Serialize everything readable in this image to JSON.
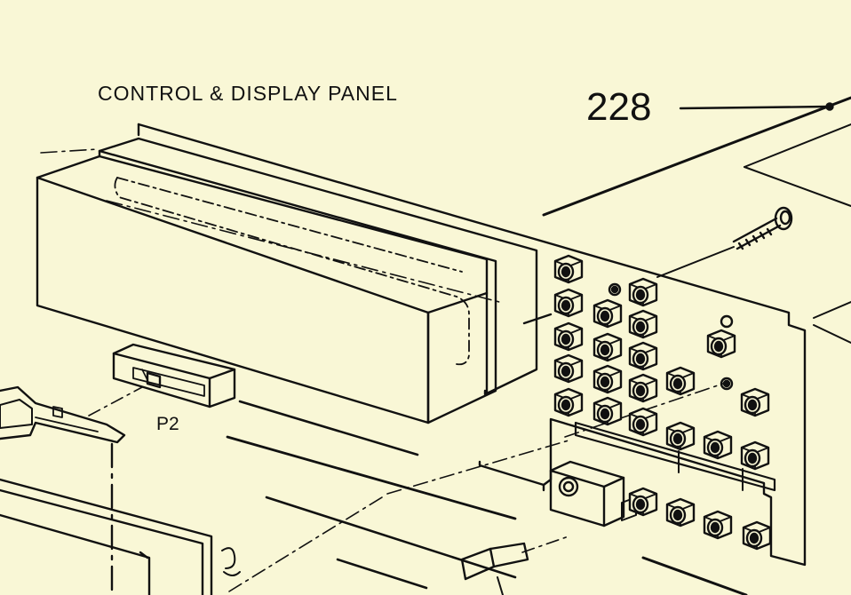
{
  "diagram": {
    "title": "CONTROL & DISPLAY PANEL",
    "reference_number": "228",
    "connector_label": "P2"
  },
  "colors": {
    "paper": "#f9f7d6",
    "ink": "#111111"
  }
}
